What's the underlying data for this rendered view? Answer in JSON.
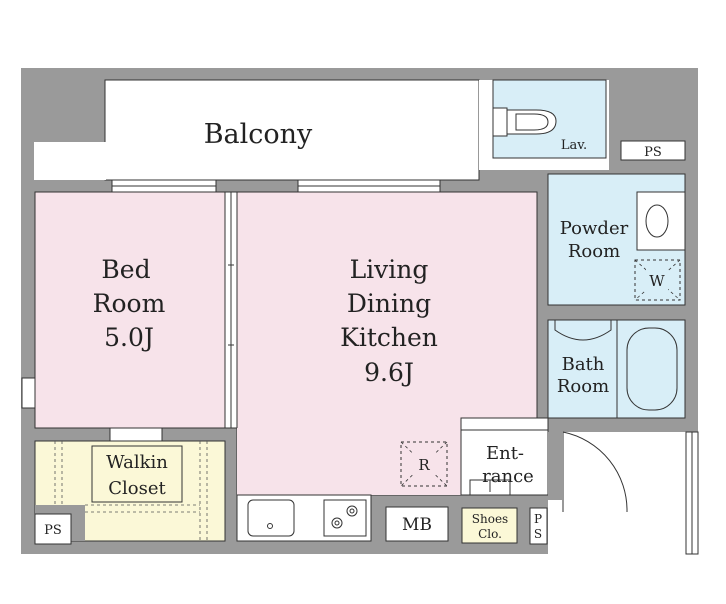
{
  "rooms": {
    "balcony": "Balcony",
    "lav": "Lav.",
    "ps_top": "PS",
    "powder_room": [
      "Powder",
      "Room"
    ],
    "washer": "W",
    "bedroom": [
      "Bed",
      "Room",
      "5.0J"
    ],
    "ldk": [
      "Living",
      "Dining",
      "Kitchen",
      "9.6J"
    ],
    "bath_room": [
      "Bath",
      "Room"
    ],
    "fridge": "R",
    "entrance": [
      "Ent-",
      "rance"
    ],
    "walkin_closet": [
      "Walkin",
      "Closet"
    ],
    "ps_left": "PS",
    "mb": "MB",
    "shoes_closet": [
      "Shoes",
      "Clo."
    ],
    "ps_right": [
      "P",
      "S"
    ]
  },
  "colors": {
    "wall": "#9a9a9a",
    "bedroom_fill": "#f7e3ea",
    "wet_area_fill": "#d8eef7",
    "closet_fill": "#fbf8d7",
    "line": "#333333"
  }
}
